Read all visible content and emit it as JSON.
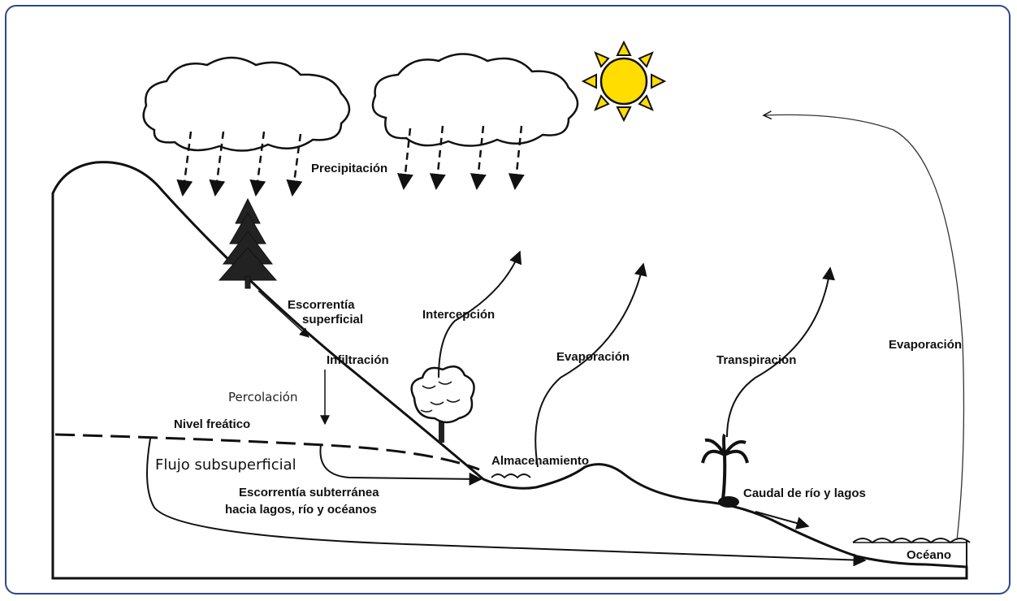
{
  "labels": {
    "precipitacion": "Precipitación",
    "escorrentia_superficial_1": "Escorrentía",
    "escorrentia_superficial_2": "superficial",
    "intercepcion": "Intercepción",
    "infiltracion": "Infiltración",
    "percolacion": "Percolación",
    "nivel_freatico": "Nivel freático",
    "flujo_subsuperficial": "Flujo subsuperficial",
    "escorrentia_subterranea_1": "Escorrentía subterránea",
    "escorrentia_subterranea_2": "hacia lagos, río y océanos",
    "almacenamiento": "Almacenamiento",
    "evaporacion_centro": "Evaporación",
    "transpiracion": "Transpiración",
    "caudal": "Caudal de río y lagos",
    "evaporacion_derecha": "Evaporación",
    "oceano": "Océano"
  },
  "colors": {
    "frame_border": "#2c4a86",
    "sun_fill": "#ffdd00",
    "line": "#111111"
  },
  "icons": [
    "cloud-icon",
    "sun-icon",
    "pine-tree-icon",
    "deciduous-tree-icon",
    "palm-tree-icon"
  ]
}
